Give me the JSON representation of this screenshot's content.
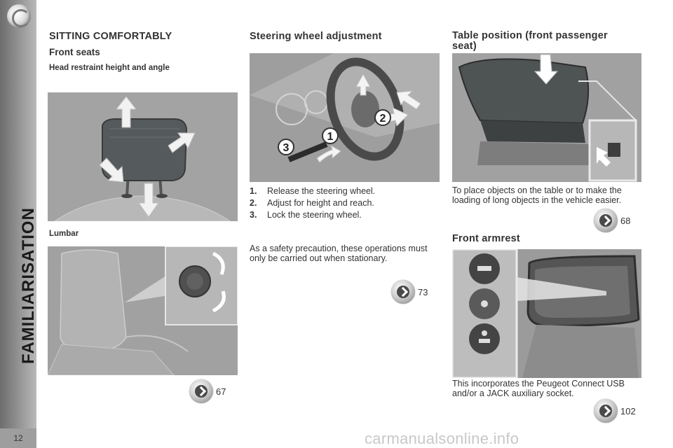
{
  "sidebar": {
    "section_title": "FAMILIARISATION",
    "page_number": "12"
  },
  "col1": {
    "title": "SITTING COMFORTABLY",
    "subtitle": "Front seats",
    "head_restraint_heading": "Head restraint height and angle",
    "lumbar_heading": "Lumbar",
    "ref": "67"
  },
  "col2": {
    "title": "Steering wheel adjustment",
    "steps": [
      {
        "num": "1.",
        "text": "Release the steering wheel."
      },
      {
        "num": "2.",
        "text": "Adjust for height and reach."
      },
      {
        "num": "3.",
        "text": "Lock the steering wheel."
      }
    ],
    "note": "As a safety precaution, these operations must only be carried out when stationary.",
    "ref": "73",
    "callouts": [
      "1",
      "2",
      "3"
    ]
  },
  "col3": {
    "title": "Table position (front passenger seat)",
    "table_text": "To place objects on the table or to make the loading of long objects in the vehicle easier.",
    "table_ref": "68",
    "armrest_title": "Front armrest",
    "armrest_text": "This incorporates the Peugeot Connect USB and/or a JACK auxiliary socket.",
    "armrest_ref": "102"
  },
  "watermark": "carmanualsonline.info",
  "icons": {
    "reference": "arrow-circle-icon"
  }
}
